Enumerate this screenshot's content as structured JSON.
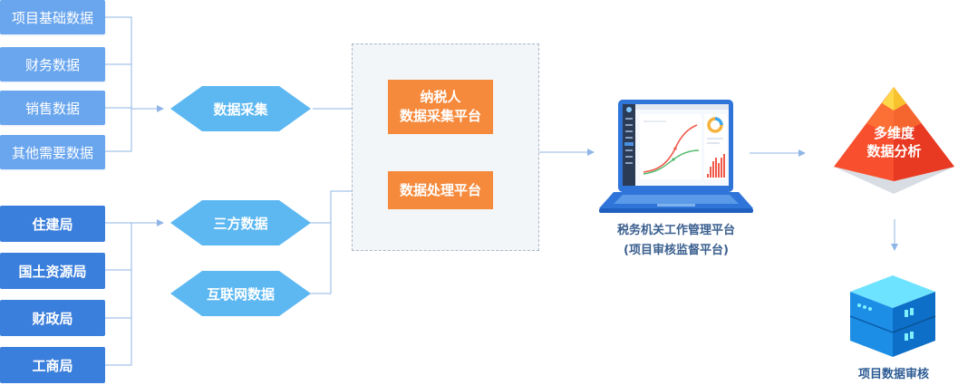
{
  "sources_top": [
    "项目基础数据",
    "财务数据",
    "销售数据",
    "其他需要数据"
  ],
  "sources_bottom": [
    "住建局",
    "国土资源局",
    "财政局",
    "工商局"
  ],
  "diamonds": {
    "collect": "数据采集",
    "third_party": "三方数据",
    "internet": "互联网数据"
  },
  "platforms": {
    "taxpayer_line1": "纳税人",
    "taxpayer_line2": "数据采集平台",
    "processing": "数据处理平台"
  },
  "tax_authority": {
    "line1": "税务机关工作管理平台",
    "line2": "(项目审核监督平台)"
  },
  "analysis": {
    "line1": "多维度",
    "line2": "数据分析"
  },
  "audit_label": "项目数据审核",
  "colors": {
    "source_light": "#6aa6ee",
    "source_dark": "#3b7fdc",
    "diamond": "#5db8f2",
    "platform": "#f58a3c",
    "connector": "#8fb6e6"
  },
  "icons": [
    "laptop-icon",
    "pyramid-icon",
    "server-icon",
    "arrow-right-icon",
    "arrow-down-icon"
  ]
}
